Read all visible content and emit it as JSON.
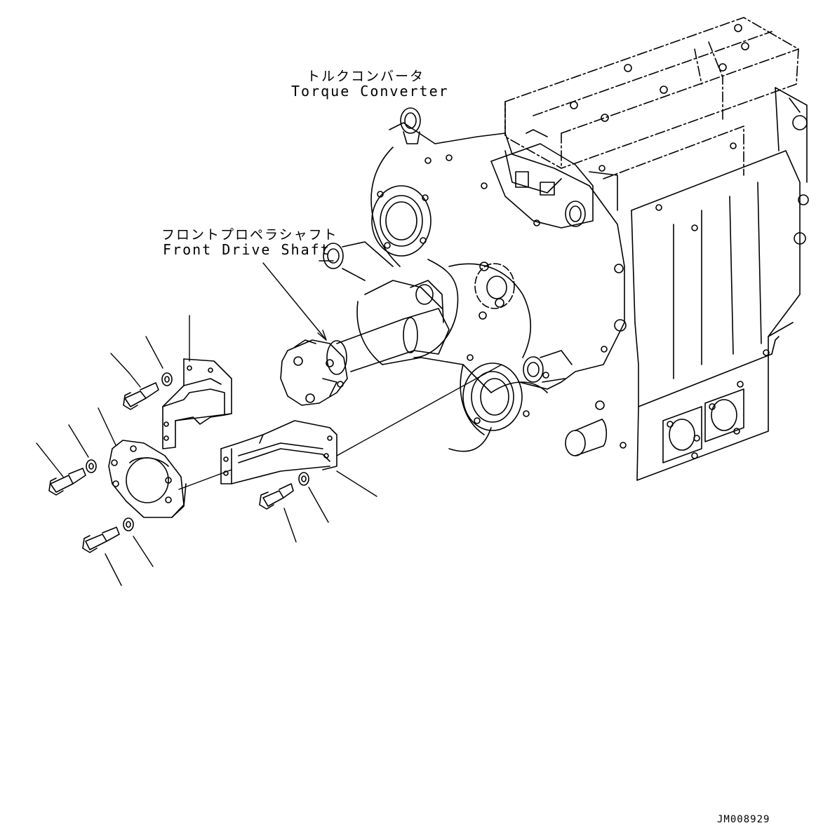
{
  "labels": {
    "torque_converter_jp": "トルクコンバータ",
    "torque_converter_en": "Torque Converter",
    "front_drive_shaft_jp": "フロントプロペラシャフト",
    "front_drive_shaft_en": "Front Drive Shaft"
  },
  "document_id": "JM008929",
  "colors": {
    "line": "#000000",
    "background": "#ffffff"
  }
}
